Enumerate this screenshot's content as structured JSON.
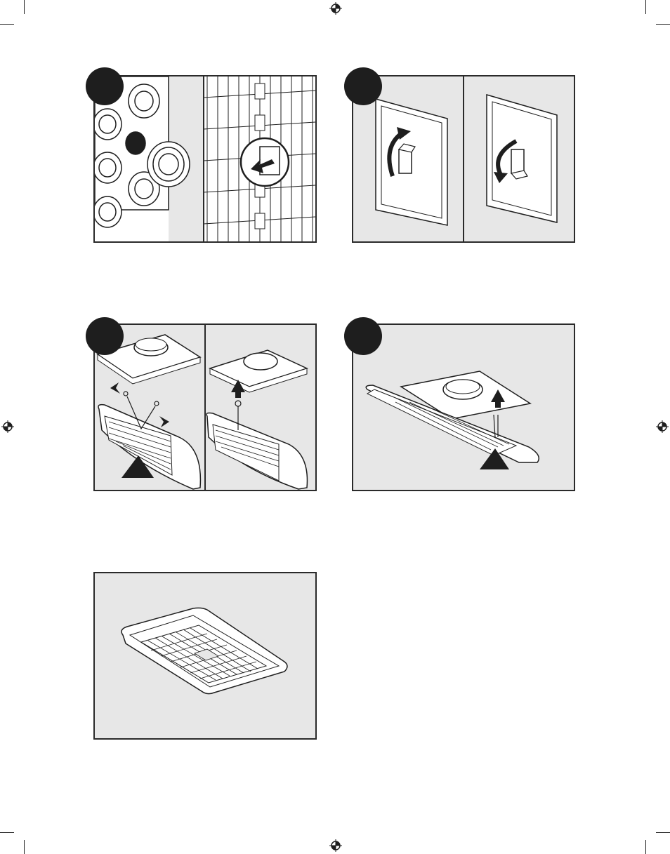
{
  "page": {
    "background": "#ffffff",
    "panel_fill": "#e7e7e7",
    "line_color": "#1e1e1e"
  },
  "steps": [
    {
      "id": "step-1",
      "badge": "",
      "subject": "breaker-panel",
      "views": [
        "plug-disconnect",
        "breaker-off"
      ]
    },
    {
      "id": "step-2",
      "badge": "",
      "subject": "wall-switch",
      "views": [
        "switch-up",
        "switch-down"
      ]
    },
    {
      "id": "step-3",
      "badge": "",
      "subject": "grille-springs",
      "views": [
        "squeeze-springs",
        "insert-springs"
      ]
    },
    {
      "id": "step-4",
      "badge": "",
      "subject": "grille-attach",
      "views": [
        "push-grille-up"
      ]
    },
    {
      "id": "step-5",
      "badge": null,
      "subject": "installed-grille",
      "views": [
        "finished"
      ]
    }
  ],
  "icons": [
    "registration-mark-icon",
    "arrow-icon",
    "warning-triangle-icon"
  ]
}
